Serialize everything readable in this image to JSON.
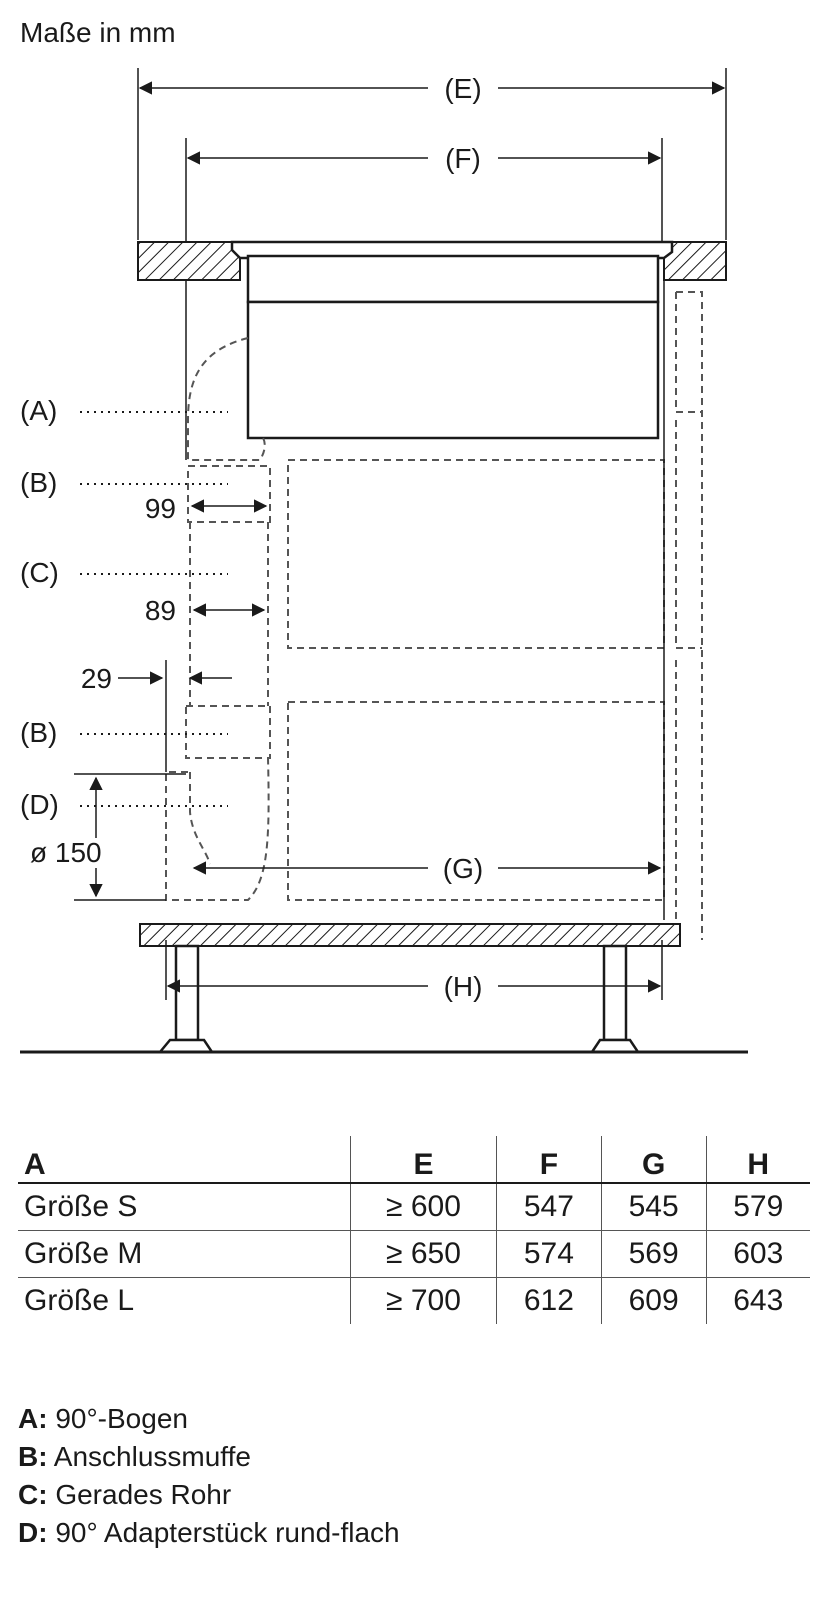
{
  "diagram": {
    "title": "Maße in mm",
    "dimension_labels": {
      "E": "(E)",
      "F": "(F)",
      "G": "(G)",
      "H": "(H)"
    },
    "part_labels": {
      "A": "(A)",
      "B1": "(B)",
      "C": "(C)",
      "B2": "(B)",
      "D": "(D)"
    },
    "measurements": {
      "m99": "99",
      "m89": "89",
      "m29": "29",
      "diameter": "ø 150"
    }
  },
  "table": {
    "headers": {
      "name": "A",
      "E": "E",
      "F": "F",
      "G": "G",
      "H": "H"
    },
    "rows": [
      {
        "name": "Größe S",
        "E": "≥ 600",
        "F": "547",
        "G": "545",
        "H": "579"
      },
      {
        "name": "Größe M",
        "E": "≥ 650",
        "F": "574",
        "G": "569",
        "H": "603"
      },
      {
        "name": "Größe L",
        "E": "≥ 700",
        "F": "612",
        "G": "609",
        "H": "643"
      }
    ]
  },
  "legend": [
    {
      "key": "A:",
      "text": "90°-Bogen"
    },
    {
      "key": "B:",
      "text": "Anschlussmuffe"
    },
    {
      "key": "C:",
      "text": "Gerades Rohr"
    },
    {
      "key": "D:",
      "text": "90° Adapterstück rund-flach"
    }
  ]
}
